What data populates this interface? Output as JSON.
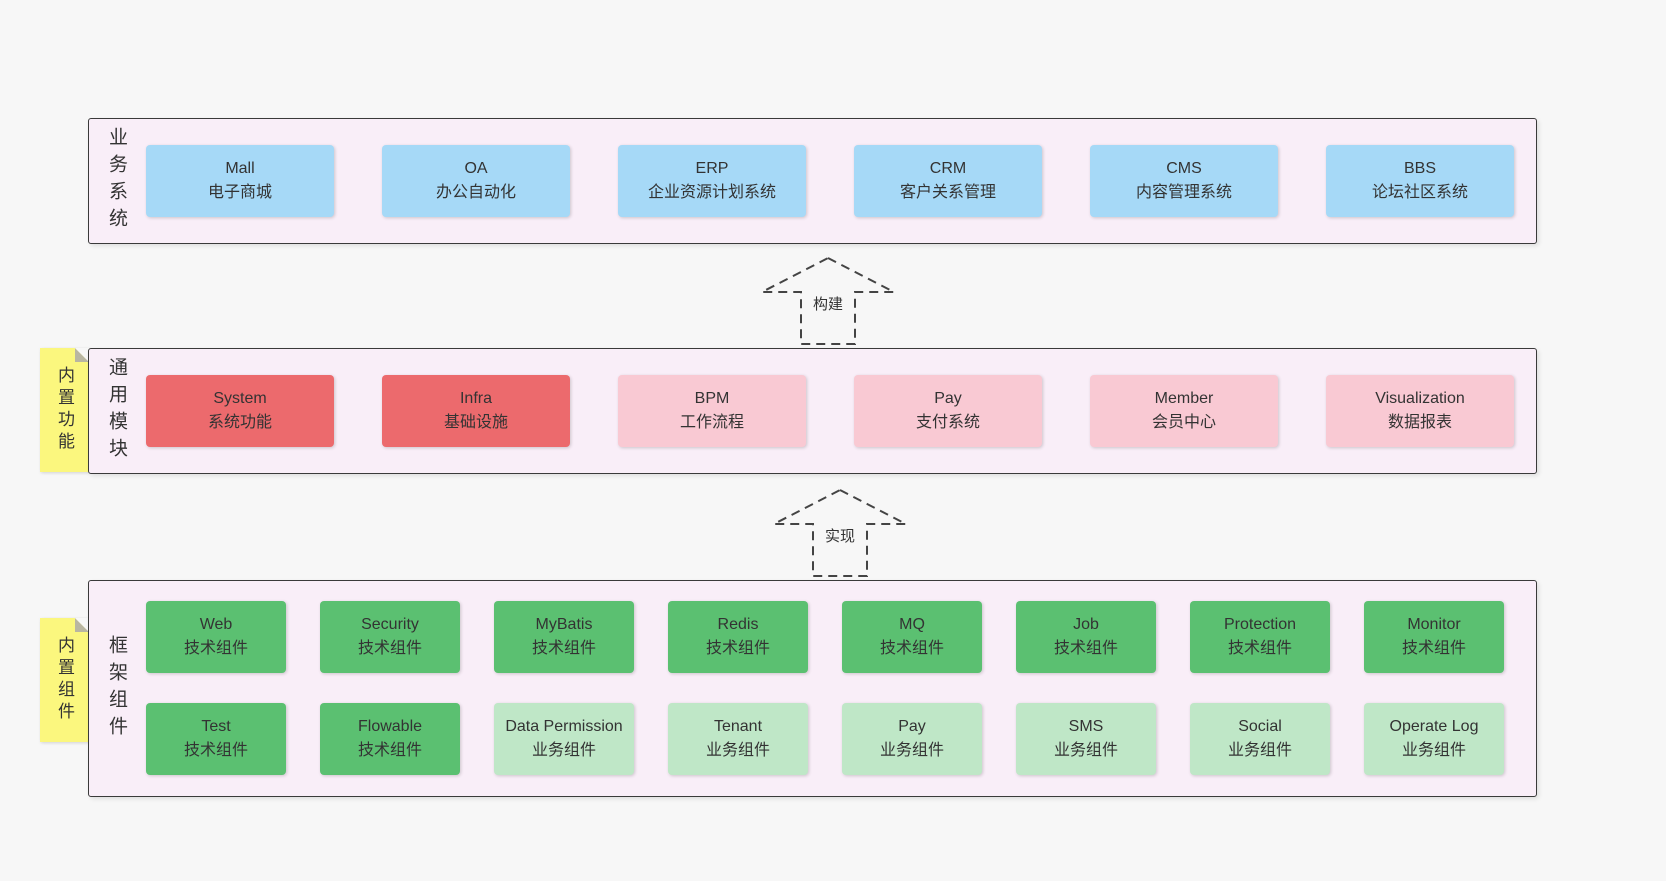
{
  "page": {
    "background": "#f7f7f7"
  },
  "palette": {
    "layer_bg": "#f9eef8",
    "layer_border": "#3a3a3a",
    "blue": "#a6d9f7",
    "red": "#ec6a6d",
    "pink": "#f9c9d3",
    "green": "#5bc071",
    "green_light": "#bfe7c7",
    "sticky_yellow": "#fbf77e",
    "text": "#333333"
  },
  "business_layer": {
    "side_label": "业务系统",
    "boxes": [
      {
        "title": "Mall",
        "subtitle": "电子商城"
      },
      {
        "title": "OA",
        "subtitle": "办公自动化"
      },
      {
        "title": "ERP",
        "subtitle": "企业资源计划系统"
      },
      {
        "title": "CRM",
        "subtitle": "客户关系管理"
      },
      {
        "title": "CMS",
        "subtitle": "内容管理系统"
      },
      {
        "title": "BBS",
        "subtitle": "论坛社区系统"
      }
    ]
  },
  "build_arrow": {
    "label": "构建"
  },
  "module_layer": {
    "side_label": "通用模块",
    "sticky_label": "内置功能",
    "boxes": [
      {
        "title": "System",
        "subtitle": "系统功能"
      },
      {
        "title": "Infra",
        "subtitle": "基础设施"
      },
      {
        "title": "BPM",
        "subtitle": "工作流程"
      },
      {
        "title": "Pay",
        "subtitle": "支付系统"
      },
      {
        "title": "Member",
        "subtitle": "会员中心"
      },
      {
        "title": "Visualization",
        "subtitle": "数据报表"
      }
    ]
  },
  "implement_arrow": {
    "label": "实现"
  },
  "framework_layer": {
    "side_label": "框架组件",
    "sticky_label": "内置组件",
    "row1": [
      {
        "title": "Web",
        "subtitle": "技术组件"
      },
      {
        "title": "Security",
        "subtitle": "技术组件"
      },
      {
        "title": "MyBatis",
        "subtitle": "技术组件"
      },
      {
        "title": "Redis",
        "subtitle": "技术组件"
      },
      {
        "title": "MQ",
        "subtitle": "技术组件"
      },
      {
        "title": "Job",
        "subtitle": "技术组件"
      },
      {
        "title": "Protection",
        "subtitle": "技术组件"
      },
      {
        "title": "Monitor",
        "subtitle": "技术组件"
      }
    ],
    "row2": [
      {
        "title": "Test",
        "subtitle": "技术组件"
      },
      {
        "title": "Flowable",
        "subtitle": "技术组件"
      },
      {
        "title": "Data Permission",
        "subtitle": "业务组件"
      },
      {
        "title": "Tenant",
        "subtitle": "业务组件"
      },
      {
        "title": "Pay",
        "subtitle": "业务组件"
      },
      {
        "title": "SMS",
        "subtitle": "业务组件"
      },
      {
        "title": "Social",
        "subtitle": "业务组件"
      },
      {
        "title": "Operate Log",
        "subtitle": "业务组件"
      }
    ]
  }
}
